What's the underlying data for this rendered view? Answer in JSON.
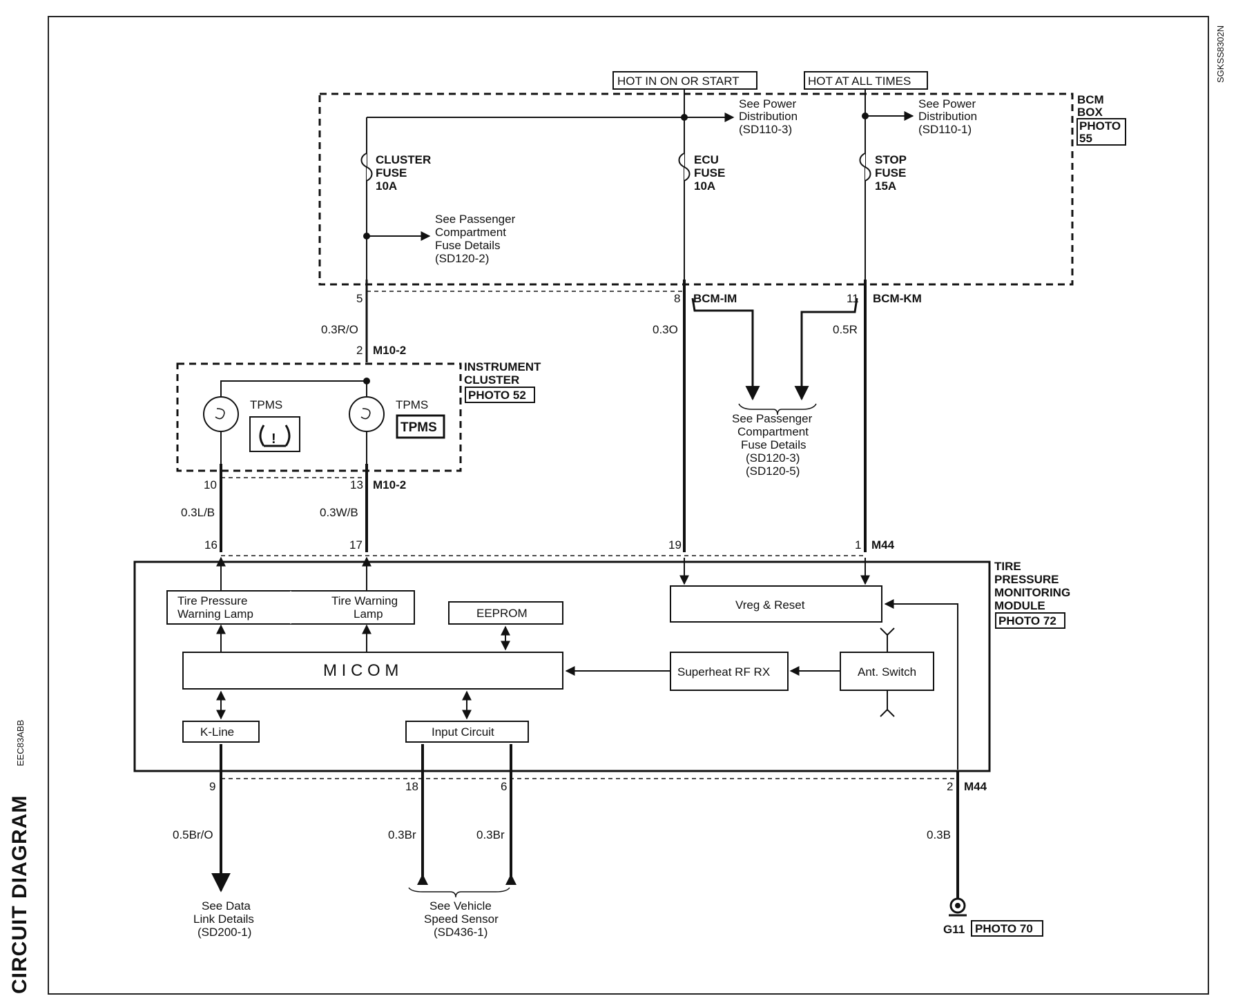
{
  "page": {
    "section_title": "CIRCUIT DIAGRAM",
    "diagram_code": "EEC83ABB",
    "figure_code": "SGKSS8302N"
  },
  "power": {
    "hot_in_on": "HOT IN ON OR START",
    "hot_all_times": "HOT AT ALL TIMES",
    "see_power_dist": "See Power",
    "distribution": "Distribution",
    "ref_110_3": "(SD110-3)",
    "ref_110_1": "(SD110-1)"
  },
  "bcm": {
    "title1": "BCM",
    "title2": "BOX",
    "photo_a": "PHOTO",
    "photo_b": "55",
    "cluster_fuse": [
      "CLUSTER",
      "FUSE",
      "10A"
    ],
    "ecu_fuse": [
      "ECU",
      "FUSE",
      "10A"
    ],
    "stop_fuse": [
      "STOP",
      "FUSE",
      "15A"
    ],
    "see_passenger": [
      "See Passenger",
      "Compartment",
      "Fuse Details",
      "(SD120-2)"
    ]
  },
  "connectors": {
    "bcm_im": "BCM-IM",
    "bcm_km": "BCM-KM",
    "m10_2": "M10-2",
    "m44": "M44"
  },
  "pins": {
    "p5": "5",
    "p8": "8",
    "p11": "11",
    "p2a": "2",
    "p10": "10",
    "p13": "13",
    "p16": "16",
    "p17": "17",
    "p19": "19",
    "p1": "1",
    "p9": "9",
    "p18": "18",
    "p6": "6",
    "p2b": "2"
  },
  "wires": {
    "w_03ro": "0.3R/O",
    "w_03o": "0.3O",
    "w_05r": "0.5R",
    "w_03lb": "0.3L/B",
    "w_03wb": "0.3W/B",
    "w_05bro": "0.5Br/O",
    "w_03br_a": "0.3Br",
    "w_03br_b": "0.3Br",
    "w_03b": "0.3B"
  },
  "cluster": {
    "title1": "INSTRUMENT",
    "title2": "CLUSTER",
    "photo": "PHOTO 52",
    "tpms_a": "TPMS",
    "tpms_b": "TPMS",
    "tpms_box": "TPMS"
  },
  "passenger_ref": [
    "See Passenger",
    "Compartment",
    "Fuse Details",
    "(SD120-3)",
    "(SD120-5)"
  ],
  "module": {
    "title": [
      "TIRE",
      "PRESSURE",
      "MONITORING",
      "MODULE"
    ],
    "photo": "PHOTO 72",
    "tp_lamp": [
      "Tire Pressure",
      "Warning Lamp"
    ],
    "tw_lamp": [
      "Tire Warning",
      "Lamp"
    ],
    "eeprom": "EEPROM",
    "micom": "M I C O M",
    "kline": "K-Line",
    "input": "Input Circuit",
    "vreg": "Vreg & Reset",
    "rfrx": "Superheat RF RX",
    "ant": "Ant. Switch"
  },
  "bottom": {
    "data_link": [
      "See Data",
      "Link Details",
      "(SD200-1)"
    ],
    "vss": [
      "See Vehicle",
      "Speed Sensor",
      "(SD436-1)"
    ],
    "ground": "G11",
    "ground_photo": "PHOTO 70"
  }
}
